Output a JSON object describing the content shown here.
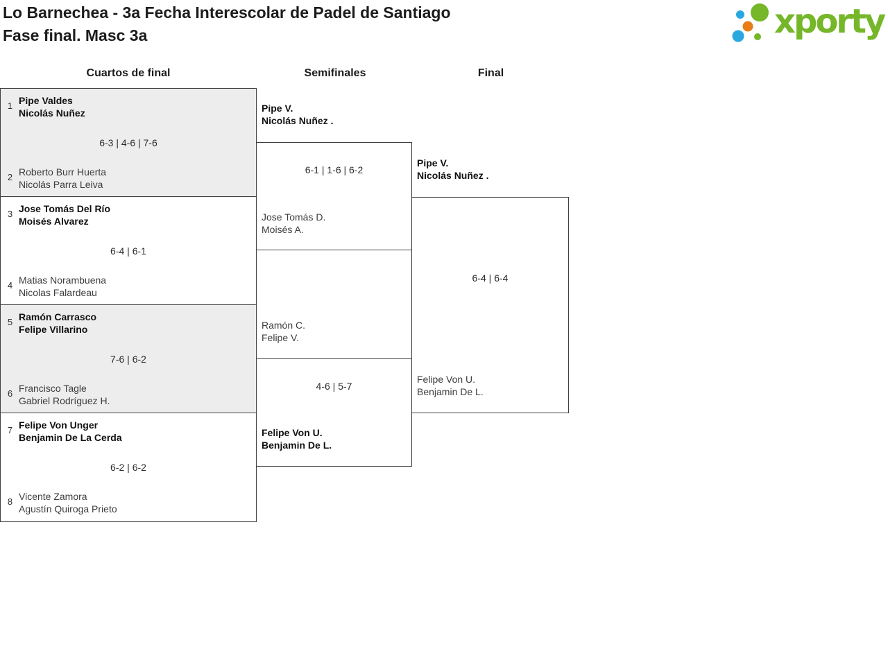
{
  "header": {
    "title_line1": "Lo Barnechea - 3a Fecha Interescolar de Padel de Santiago",
    "title_line2": "Fase final. Masc 3a",
    "logo_text": "xporty"
  },
  "colors": {
    "logo_green": "#76b629",
    "logo_blue": "#29a8e0",
    "logo_orange": "#e87d16",
    "block_gray": "#ededed",
    "line": "#3f3f3f"
  },
  "bracket": {
    "headers": {
      "quarterfinals": "Cuartos de final",
      "semifinals": "Semifinales",
      "final": "Final"
    },
    "quarterfinals": [
      {
        "seed_top": "1",
        "top_1": "Pipe Valdes",
        "top_2": "Nicolás Nuñez",
        "score": "6-3 | 4-6 | 7-6",
        "seed_bottom": "2",
        "bottom_1": "Roberto Burr Huerta",
        "bottom_2": "Nicolás Parra Leiva"
      },
      {
        "seed_top": "3",
        "top_1": "Jose Tomás Del Río",
        "top_2": "Moisés Alvarez",
        "score": "6-4 | 6-1",
        "seed_bottom": "4",
        "bottom_1": "Matias Norambuena",
        "bottom_2": "Nicolas Falardeau"
      },
      {
        "seed_top": "5",
        "top_1": "Ramón Carrasco",
        "top_2": "Felipe Villarino",
        "score": "7-6 | 6-2",
        "seed_bottom": "6",
        "bottom_1": "Francisco Tagle",
        "bottom_2": "Gabriel Rodríguez H."
      },
      {
        "seed_top": "7",
        "top_1": "Felipe Von Unger",
        "top_2": "Benjamin De La Cerda",
        "score": "6-2 | 6-2",
        "seed_bottom": "8",
        "bottom_1": "Vicente Zamora",
        "bottom_2": "Agustín Quiroga Prieto"
      }
    ],
    "semifinals": [
      {
        "top_1": "Pipe V.",
        "top_2": "Nicolás Nuñez .",
        "score": "6-1 | 1-6 | 6-2",
        "bottom_1": "Jose Tomás D.",
        "bottom_2": "Moisés A."
      },
      {
        "top_1": "Ramón C.",
        "top_2": "Felipe V.",
        "score": "4-6 | 5-7",
        "bottom_1": "Felipe Von U.",
        "bottom_2": "Benjamin De L."
      }
    ],
    "final": {
      "top_1": "Pipe V.",
      "top_2": "Nicolás Nuñez .",
      "score": "6-4 | 6-4",
      "bottom_1": "Felipe Von U.",
      "bottom_2": "Benjamin De L."
    }
  }
}
